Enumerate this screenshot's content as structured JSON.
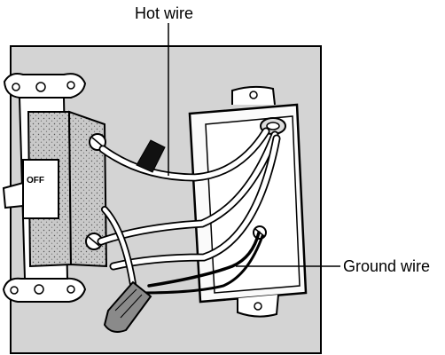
{
  "labels": {
    "hot_wire": "Hot wire",
    "ground_wire": "Ground wire",
    "switch_text": "OFF"
  },
  "colors": {
    "background_panel": "#d4d4d4",
    "line": "#000000",
    "paper": "#ffffff",
    "wire_nut": "#8a8a8a",
    "device_shade": "#bdbdbd"
  }
}
